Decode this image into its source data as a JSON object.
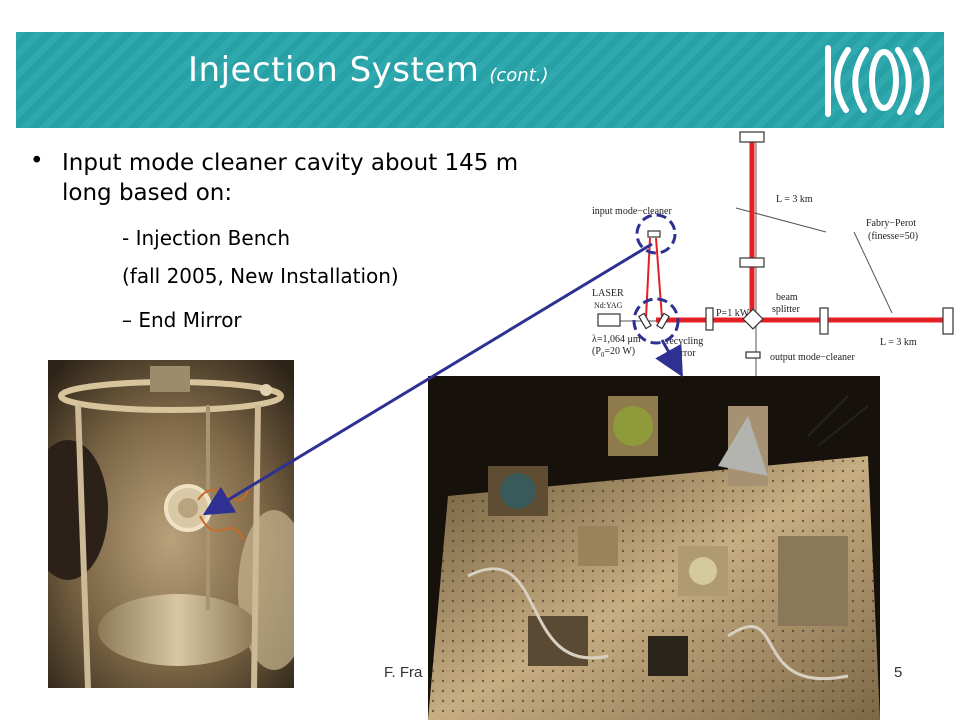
{
  "slide": {
    "title": "Injection System",
    "title_suffix": "(cont.)",
    "bullet": "Input mode cleaner cavity about 145 m long based on:",
    "sub_items": [
      "- Injection Bench",
      "(fall 2005, New Installation)",
      "– End Mirror"
    ],
    "footer_author": "F. Fra",
    "page_number": "5"
  },
  "diagram": {
    "arm_length_north": "L = 3 km",
    "arm_length_west": "L = 3 km",
    "fabry_perot": "Fabry−Perot",
    "finesse": "(finesse=50)",
    "input_mode_cleaner": "input mode−cleaner",
    "laser": "LASER",
    "laser_type": "Nd:YAG",
    "wavelength": "λ=1,064 μm",
    "power_in": "(P",
    "power_in_sub": "0",
    "power_in_value": "=20 W)",
    "power_cavity": "P=1 kW",
    "beam": "beam",
    "splitter": "splitter",
    "recycling": "recycling",
    "mirror": "mirror",
    "output_mode_cleaner": "output mode−cleaner"
  },
  "colors": {
    "header_band": "#2fa8ae",
    "beam": "#e32024",
    "pointer": "#2e3192"
  }
}
